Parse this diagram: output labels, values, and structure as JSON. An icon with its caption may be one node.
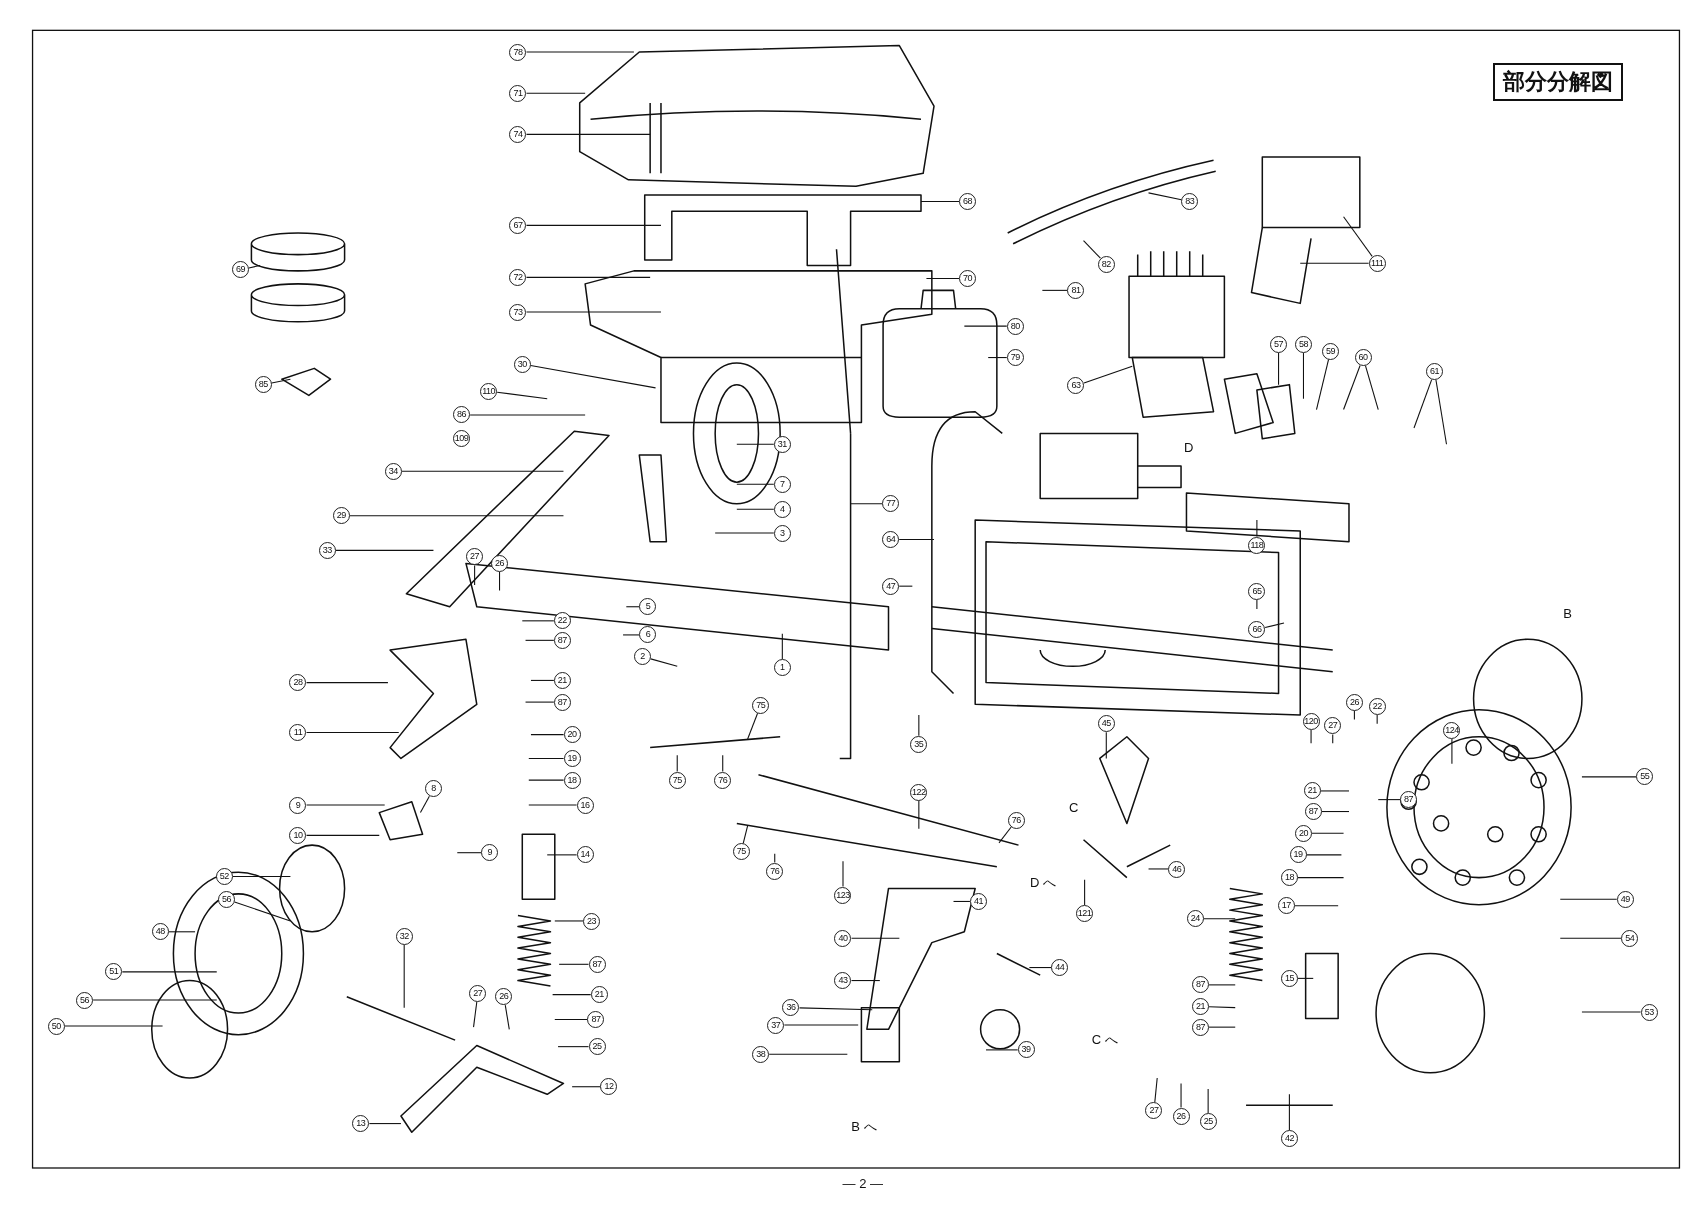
{
  "diagram": {
    "title": "部分分解図",
    "nodes": [
      {
        "text": [
          "78"
        ]
      },
      {
        "text": [
          "71"
        ]
      },
      {
        "text": [
          "74"
        ]
      },
      {
        "text": [
          "68"
        ]
      },
      {
        "text": [
          "83"
        ]
      },
      {
        "text": [
          "67"
        ]
      },
      {
        "text": [
          "82"
        ]
      },
      {
        "text": [
          "111"
        ]
      },
      {
        "text": [
          "69"
        ]
      },
      {
        "text": [
          "72"
        ]
      },
      {
        "text": [
          "70"
        ]
      },
      {
        "text": [
          "81"
        ]
      },
      {
        "text": [
          "73"
        ]
      },
      {
        "text": [
          "80"
        ]
      },
      {
        "text": [
          "57"
        ]
      },
      {
        "text": [
          "58"
        ]
      },
      {
        "text": [
          "59"
        ]
      },
      {
        "text": [
          "60"
        ]
      },
      {
        "text": [
          "79"
        ]
      },
      {
        "text": [
          "30"
        ]
      },
      {
        "text": [
          "61"
        ]
      },
      {
        "text": [
          "85"
        ]
      },
      {
        "text": [
          "63"
        ]
      },
      {
        "text": [
          "110"
        ]
      },
      {
        "text": [
          "86"
        ]
      },
      {
        "text": [
          "31"
        ]
      },
      {
        "text": [
          "34"
        ]
      },
      {
        "text": [
          "7"
        ]
      },
      {
        "text": [
          "77"
        ]
      },
      {
        "text": [
          "4"
        ]
      },
      {
        "text": [
          "29"
        ]
      },
      {
        "text": [
          "3"
        ]
      },
      {
        "text": [
          "64"
        ]
      },
      {
        "text": [
          "118"
        ]
      },
      {
        "text": [
          "33"
        ]
      },
      {
        "text": [
          "27"
        ]
      },
      {
        "text": [
          "26"
        ]
      },
      {
        "text": [
          "47"
        ]
      },
      {
        "text": [
          "65"
        ]
      },
      {
        "text": [
          "5"
        ]
      },
      {
        "text": [
          "22"
        ]
      },
      {
        "text": [
          "66"
        ]
      },
      {
        "text": [
          "6"
        ]
      },
      {
        "text": [
          "87"
        ]
      },
      {
        "text": [
          "2"
        ]
      },
      {
        "text": [
          "1"
        ]
      },
      {
        "text": [
          "21"
        ]
      },
      {
        "text": [
          "28"
        ]
      },
      {
        "text": [
          "87"
        ]
      },
      {
        "text": [
          "75"
        ]
      },
      {
        "text": [
          "26"
        ]
      },
      {
        "text": [
          "22"
        ]
      },
      {
        "text": [
          "120"
        ]
      },
      {
        "text": [
          "45"
        ]
      },
      {
        "text": [
          "27"
        ]
      },
      {
        "text": [
          "124"
        ]
      },
      {
        "text": [
          "11"
        ]
      },
      {
        "text": [
          "20"
        ]
      },
      {
        "text": [
          "35"
        ]
      },
      {
        "text": [
          "19"
        ]
      },
      {
        "text": [
          "55"
        ]
      },
      {
        "text": [
          "18"
        ]
      },
      {
        "text": [
          "75"
        ]
      },
      {
        "text": [
          "76"
        ]
      },
      {
        "text": [
          "8"
        ]
      },
      {
        "text": [
          "21"
        ]
      },
      {
        "text": [
          "122"
        ]
      },
      {
        "text": [
          "87"
        ]
      },
      {
        "text": [
          "9"
        ]
      },
      {
        "text": [
          "16"
        ]
      },
      {
        "text": [
          "87"
        ]
      },
      {
        "text": [
          "76"
        ]
      },
      {
        "text": [
          "20"
        ]
      },
      {
        "text": [
          "10"
        ]
      },
      {
        "text": [
          "75"
        ]
      },
      {
        "text": [
          "9"
        ]
      },
      {
        "text": [
          "14"
        ]
      },
      {
        "text": [
          "19"
        ]
      },
      {
        "text": [
          "46"
        ]
      },
      {
        "text": [
          "76"
        ]
      },
      {
        "text": [
          "52"
        ]
      },
      {
        "text": [
          "18"
        ]
      },
      {
        "text": [
          "123"
        ]
      },
      {
        "text": [
          "56"
        ]
      },
      {
        "text": [
          "49"
        ]
      },
      {
        "text": [
          "41"
        ]
      },
      {
        "text": [
          "17"
        ]
      },
      {
        "text": [
          "121"
        ]
      },
      {
        "text": [
          "24"
        ]
      },
      {
        "text": [
          "23"
        ]
      },
      {
        "text": [
          "48"
        ]
      },
      {
        "text": [
          "32"
        ]
      },
      {
        "text": [
          "40"
        ]
      },
      {
        "text": [
          "54"
        ]
      },
      {
        "text": [
          "87"
        ]
      },
      {
        "text": [
          "44"
        ]
      },
      {
        "text": [
          "51"
        ]
      },
      {
        "text": [
          "15"
        ]
      },
      {
        "text": [
          "43"
        ]
      },
      {
        "text": [
          "87"
        ]
      },
      {
        "text": [
          "27"
        ]
      },
      {
        "text": [
          "21"
        ]
      },
      {
        "text": [
          "26"
        ]
      },
      {
        "text": [
          "56"
        ]
      },
      {
        "text": [
          "21"
        ]
      },
      {
        "text": [
          "36"
        ]
      },
      {
        "text": [
          "53"
        ]
      },
      {
        "text": [
          "87"
        ]
      },
      {
        "text": [
          "37"
        ]
      },
      {
        "text": [
          "50"
        ]
      },
      {
        "text": [
          "87"
        ]
      },
      {
        "text": [
          "25"
        ]
      },
      {
        "text": [
          "39"
        ]
      },
      {
        "text": [
          "38"
        ]
      },
      {
        "text": [
          "12"
        ]
      },
      {
        "text": [
          "27"
        ]
      },
      {
        "text": [
          "26"
        ]
      },
      {
        "text": [
          "25"
        ]
      },
      {
        "text": [
          "13"
        ]
      },
      {
        "text": [
          "42"
        ]
      },
      {
        "text": [
          "109"
        ]
      }
    ],
    "edges": [
      {
        "from": 0,
        "to": null,
        "arrow": "none"
      },
      {
        "from": 1,
        "to": null,
        "arrow": "none"
      },
      {
        "from": 2,
        "to": null,
        "arrow": "none"
      },
      {
        "from": 3,
        "to": null,
        "arrow": "none"
      },
      {
        "from": 4,
        "to": null,
        "arrow": "none"
      },
      {
        "from": 5,
        "to": null,
        "arrow": "none"
      },
      {
        "from": 6,
        "to": null,
        "arrow": "none"
      },
      {
        "from": 7,
        "to": null,
        "arrow": "none"
      },
      {
        "from": 7,
        "to": null,
        "arrow": "none"
      },
      {
        "from": 8,
        "to": null,
        "arrow": "none"
      },
      {
        "from": 9,
        "to": null,
        "arrow": "none"
      },
      {
        "from": 10,
        "to": null,
        "arrow": "none"
      },
      {
        "from": 11,
        "to": null,
        "arrow": "none"
      },
      {
        "from": 12,
        "to": null,
        "arrow": "none"
      },
      {
        "from": 13,
        "to": null,
        "arrow": "none"
      },
      {
        "from": 14,
        "to": null,
        "arrow": "none"
      },
      {
        "from": 15,
        "to": null,
        "arrow": "none"
      },
      {
        "from": 16,
        "to": null,
        "arrow": "none"
      },
      {
        "from": 17,
        "to": null,
        "arrow": "none"
      },
      {
        "from": 17,
        "to": null,
        "arrow": "none"
      },
      {
        "from": 18,
        "to": null,
        "arrow": "none"
      },
      {
        "from": 19,
        "to": null,
        "arrow": "none"
      },
      {
        "from": 20,
        "to": null,
        "arrow": "none"
      },
      {
        "from": 20,
        "to": null,
        "arrow": "none"
      },
      {
        "from": 21,
        "to": null,
        "arrow": "none"
      },
      {
        "from": 22,
        "to": null,
        "arrow": "none"
      },
      {
        "from": 23,
        "to": null,
        "arrow": "none"
      },
      {
        "from": 24,
        "to": null,
        "arrow": "none"
      },
      {
        "from": 25,
        "to": null,
        "arrow": "none"
      },
      {
        "from": 26,
        "to": null,
        "arrow": "none"
      },
      {
        "from": 27,
        "to": null,
        "arrow": "none"
      },
      {
        "from": 28,
        "to": null,
        "arrow": "none"
      },
      {
        "from": 29,
        "to": null,
        "arrow": "none"
      },
      {
        "from": 30,
        "to": null,
        "arrow": "none"
      },
      {
        "from": 31,
        "to": null,
        "arrow": "none"
      },
      {
        "from": 32,
        "to": null,
        "arrow": "none"
      },
      {
        "from": 33,
        "to": null,
        "arrow": "none"
      },
      {
        "from": 34,
        "to": null,
        "arrow": "none"
      },
      {
        "from": 35,
        "to": null,
        "arrow": "none"
      },
      {
        "from": 36,
        "to": null,
        "arrow": "none"
      },
      {
        "from": 37,
        "to": null,
        "arrow": "none"
      },
      {
        "from": 38,
        "to": null,
        "arrow": "none"
      },
      {
        "from": 39,
        "to": null,
        "arrow": "none"
      },
      {
        "from": 40,
        "to": null,
        "arrow": "none"
      },
      {
        "from": 41,
        "to": null,
        "arrow": "none"
      },
      {
        "from": 42,
        "to": null,
        "arrow": "none"
      },
      {
        "from": 43,
        "to": null,
        "arrow": "none"
      },
      {
        "from": 44,
        "to": null,
        "arrow": "none"
      },
      {
        "from": 45,
        "to": null,
        "arrow": "none"
      },
      {
        "from": 46,
        "to": null,
        "arrow": "none"
      },
      {
        "from": 47,
        "to": null,
        "arrow": "none"
      },
      {
        "from": 48,
        "to": null,
        "arrow": "none"
      },
      {
        "from": 49,
        "to": null,
        "arrow": "none"
      },
      {
        "from": 50,
        "to": null,
        "arrow": "none"
      },
      {
        "from": 51,
        "to": null,
        "arrow": "none"
      },
      {
        "from": 52,
        "to": null,
        "arrow": "none"
      },
      {
        "from": 53,
        "to": null,
        "arrow": "none"
      },
      {
        "from": 54,
        "to": null,
        "arrow": "none"
      },
      {
        "from": 55,
        "to": null,
        "arrow": "none"
      },
      {
        "from": 56,
        "to": null,
        "arrow": "none"
      },
      {
        "from": 57,
        "to": null,
        "arrow": "none"
      },
      {
        "from": 58,
        "to": null,
        "arrow": "none"
      },
      {
        "from": 59,
        "to": null,
        "arrow": "none"
      },
      {
        "from": 60,
        "to": null,
        "arrow": "none"
      },
      {
        "from": 61,
        "to": null,
        "arrow": "none"
      },
      {
        "from": 62,
        "to": null,
        "arrow": "none"
      },
      {
        "from": 63,
        "to": null,
        "arrow": "none"
      },
      {
        "from": 64,
        "to": null,
        "arrow": "none"
      },
      {
        "from": 65,
        "to": null,
        "arrow": "none"
      },
      {
        "from": 66,
        "to": null,
        "arrow": "none"
      },
      {
        "from": 67,
        "to": null,
        "arrow": "none"
      },
      {
        "from": 68,
        "to": null,
        "arrow": "none"
      },
      {
        "from": 69,
        "to": null,
        "arrow": "none"
      },
      {
        "from": 70,
        "to": null,
        "arrow": "none"
      },
      {
        "from": 71,
        "to": null,
        "arrow": "none"
      },
      {
        "from": 72,
        "to": null,
        "arrow": "none"
      },
      {
        "from": 73,
        "to": null,
        "arrow": "none"
      },
      {
        "from": 74,
        "to": null,
        "arrow": "none"
      },
      {
        "from": 75,
        "to": null,
        "arrow": "none"
      },
      {
        "from": 76,
        "to": null,
        "arrow": "none"
      },
      {
        "from": 77,
        "to": null,
        "arrow": "none"
      },
      {
        "from": 78,
        "to": null,
        "arrow": "none"
      },
      {
        "from": 79,
        "to": null,
        "arrow": "none"
      },
      {
        "from": 80,
        "to": null,
        "arrow": "none"
      },
      {
        "from": 81,
        "to": null,
        "arrow": "none"
      },
      {
        "from": 82,
        "to": null,
        "arrow": "none"
      },
      {
        "from": 83,
        "to": null,
        "arrow": "none"
      },
      {
        "from": 84,
        "to": null,
        "arrow": "none"
      },
      {
        "from": 85,
        "to": null,
        "arrow": "none"
      },
      {
        "from": 86,
        "to": null,
        "arrow": "none"
      },
      {
        "from": 87,
        "to": null,
        "arrow": "none"
      },
      {
        "from": 88,
        "to": null,
        "arrow": "none"
      },
      {
        "from": 89,
        "to": null,
        "arrow": "none"
      },
      {
        "from": 90,
        "to": null,
        "arrow": "none"
      },
      {
        "from": 91,
        "to": null,
        "arrow": "none"
      },
      {
        "from": 92,
        "to": null,
        "arrow": "none"
      },
      {
        "from": 93,
        "to": null,
        "arrow": "none"
      },
      {
        "from": 94,
        "to": null,
        "arrow": "none"
      },
      {
        "from": 95,
        "to": null,
        "arrow": "none"
      },
      {
        "from": 96,
        "to": null,
        "arrow": "none"
      },
      {
        "from": 97,
        "to": null,
        "arrow": "none"
      },
      {
        "from": 98,
        "to": null,
        "arrow": "none"
      },
      {
        "from": 99,
        "to": null,
        "arrow": "none"
      },
      {
        "from": 100,
        "to": null,
        "arrow": "none"
      },
      {
        "from": 101,
        "to": null,
        "arrow": "none"
      },
      {
        "from": 102,
        "to": null,
        "arrow": "none"
      },
      {
        "from": 103,
        "to": null,
        "arrow": "none"
      },
      {
        "from": 104,
        "to": null,
        "arrow": "none"
      },
      {
        "from": 105,
        "to": null,
        "arrow": "none"
      },
      {
        "from": 106,
        "to": null,
        "arrow": "none"
      },
      {
        "from": 107,
        "to": null,
        "arrow": "none"
      },
      {
        "from": 108,
        "to": null,
        "arrow": "none"
      },
      {
        "from": 109,
        "to": null,
        "arrow": "none"
      },
      {
        "from": 110,
        "to": null,
        "arrow": "none"
      },
      {
        "from": 111,
        "to": null,
        "arrow": "none"
      },
      {
        "from": 112,
        "to": null,
        "arrow": "none"
      },
      {
        "from": 113,
        "to": null,
        "arrow": "none"
      },
      {
        "from": 114,
        "to": null,
        "arrow": "none"
      },
      {
        "from": 115,
        "to": null,
        "arrow": "none"
      },
      {
        "from": 116,
        "to": null,
        "arrow": "none"
      },
      {
        "from": 117,
        "to": null,
        "arrow": "none"
      },
      {
        "from": 118,
        "to": null,
        "arrow": "none"
      },
      {
        "from": 119,
        "to": null,
        "arrow": "none"
      }
    ],
    "labels": [
      "D",
      "B",
      "C",
      "D へ",
      "C へ",
      "B へ",
      "— 2 —"
    ]
  }
}
